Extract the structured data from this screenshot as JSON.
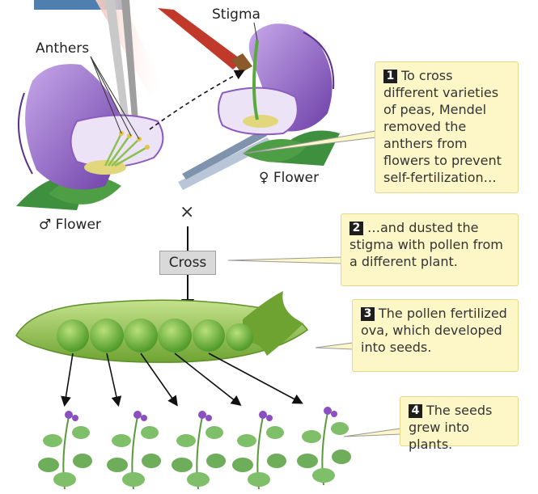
{
  "labels": {
    "stigma": "Stigma",
    "anthers": "Anthers",
    "female_flower": "♀ Flower",
    "male_flower": "♂ Flower",
    "cross_symbol": "×",
    "cross": "Cross"
  },
  "callouts": [
    {
      "number": "1",
      "text": "To cross different varieties of peas, Mendel removed the anthers from flowers to prevent self-fertilization…"
    },
    {
      "number": "2",
      "text": "…and dusted the stigma with pollen from a different plant."
    },
    {
      "number": "3",
      "text": "The pollen fertilized ova, which developed into seeds."
    },
    {
      "number": "4",
      "text": "The seeds grew into plants."
    }
  ],
  "colors": {
    "petal": "#8b5bbf",
    "petal_light": "#ece3f6",
    "leaf": "#3e8f3e",
    "pod": "#8dbf4a",
    "pea": "#71b43d",
    "callout_bg": "#fdf7c7",
    "callout_border": "#e6d78a",
    "number_bg": "#1e1e1e"
  }
}
